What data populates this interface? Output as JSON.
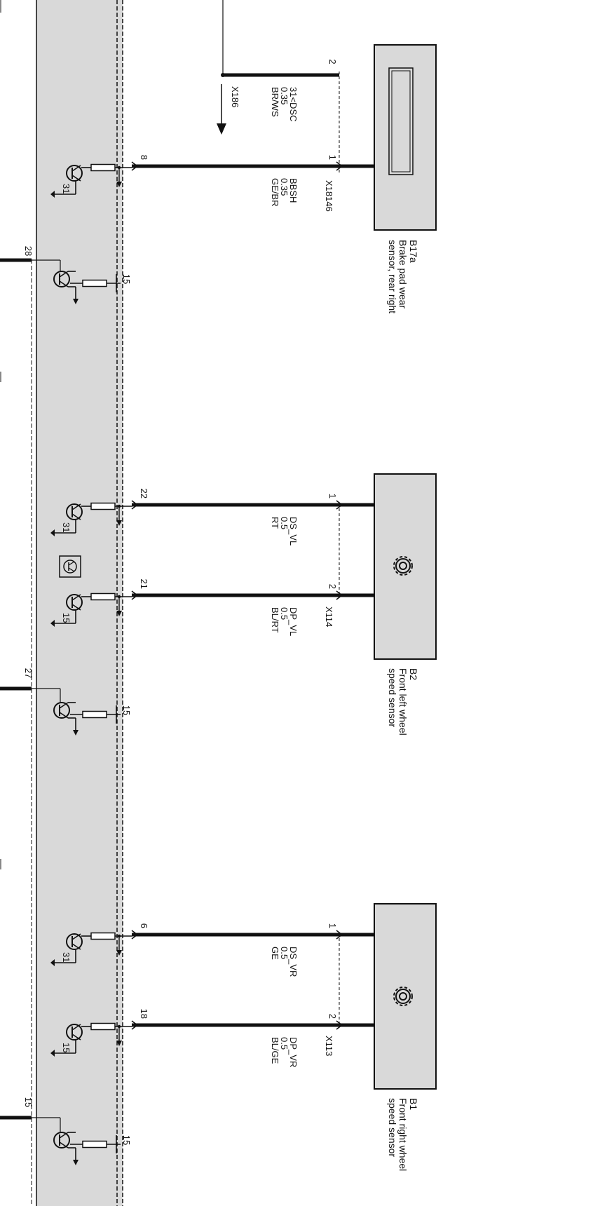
{
  "colors": {
    "module_fill": "#d9d9d9",
    "wire": "#111111",
    "background": "#ffffff"
  },
  "external_pins": [
    {
      "id": "28",
      "label": "28"
    },
    {
      "id": "27",
      "label": "27"
    },
    {
      "id": "15",
      "label": "15"
    }
  ],
  "reference": {
    "lines": [
      "31<DSC",
      "0.35",
      "BR/WS"
    ],
    "connector": "X186",
    "pin": "2"
  },
  "components": [
    {
      "id": "B17a",
      "designation": "B17a",
      "name_lines": [
        "Brake pad wear",
        "sensor, rear right"
      ],
      "connector": "X18146",
      "icon": "brake-pad-sensor-icon"
    },
    {
      "id": "B2",
      "designation": "B2",
      "name_lines": [
        "Front left wheel",
        "speed sensor"
      ],
      "connector": "X114",
      "icon": "gear-icon"
    },
    {
      "id": "B1",
      "designation": "B1",
      "name_lines": [
        "Front right wheel",
        "speed sensor"
      ],
      "connector": "X113",
      "icon": "gear-icon"
    }
  ],
  "wires": [
    {
      "component": "B17a",
      "module_pin": "8",
      "sensor_pin": "1",
      "lines": [
        "BBSH",
        "0.35",
        "GE/BR"
      ],
      "driver_supply": "31"
    },
    {
      "component": "B2",
      "module_pin": "22",
      "sensor_pin": "1",
      "lines": [
        "DS_VL",
        "0.5",
        "RT"
      ],
      "driver_supply": "31"
    },
    {
      "component": "B2",
      "module_pin": "21",
      "sensor_pin": "2",
      "lines": [
        "DP_VL",
        "0.5",
        "BL/RT"
      ],
      "driver_supply": "15"
    },
    {
      "component": "B1",
      "module_pin": "6",
      "sensor_pin": "1",
      "lines": [
        "DS_VR",
        "0.5",
        "GE"
      ],
      "driver_supply": "31"
    },
    {
      "component": "B1",
      "module_pin": "18",
      "sensor_pin": "2",
      "lines": [
        "DP_VR",
        "0.5",
        "BL/GE"
      ],
      "driver_supply": "15"
    }
  ],
  "input_stage_supply": "15"
}
